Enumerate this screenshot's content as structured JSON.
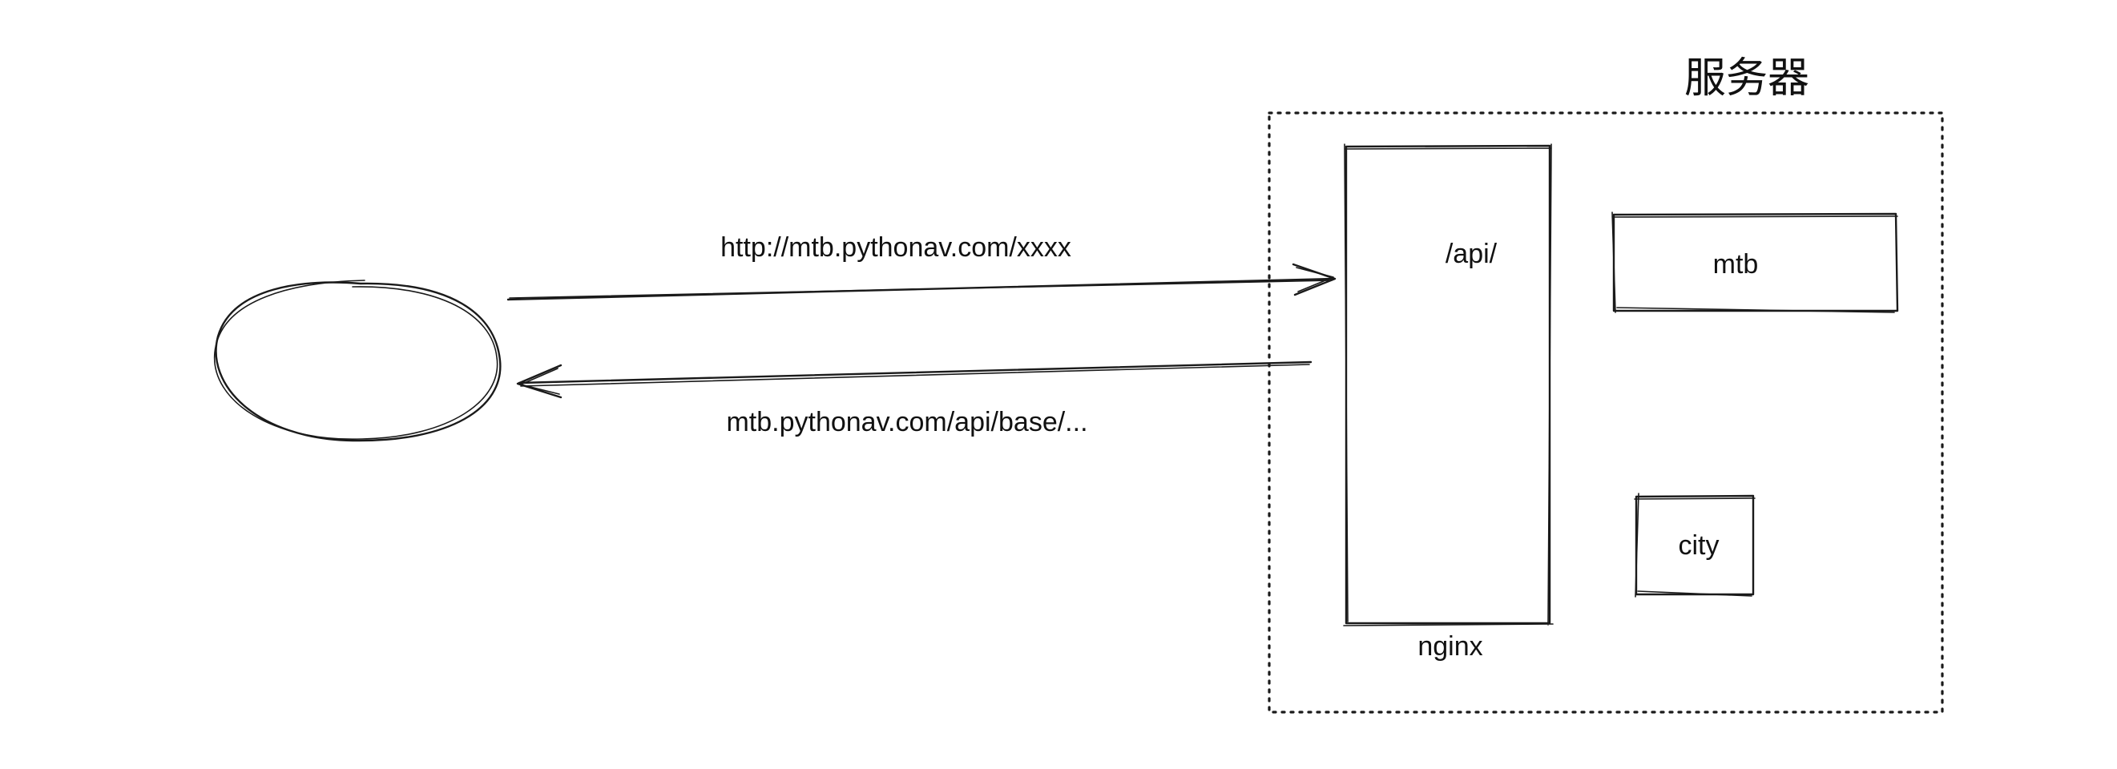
{
  "server": {
    "title": "服务器"
  },
  "nginx": {
    "route_label": "/api/",
    "name": "nginx"
  },
  "services": {
    "mtb": "mtb",
    "city": "city"
  },
  "arrows": {
    "request_url": "http://mtb.pythonav.com/xxxx",
    "response_url": "mtb.pythonav.com/api/base/..."
  }
}
